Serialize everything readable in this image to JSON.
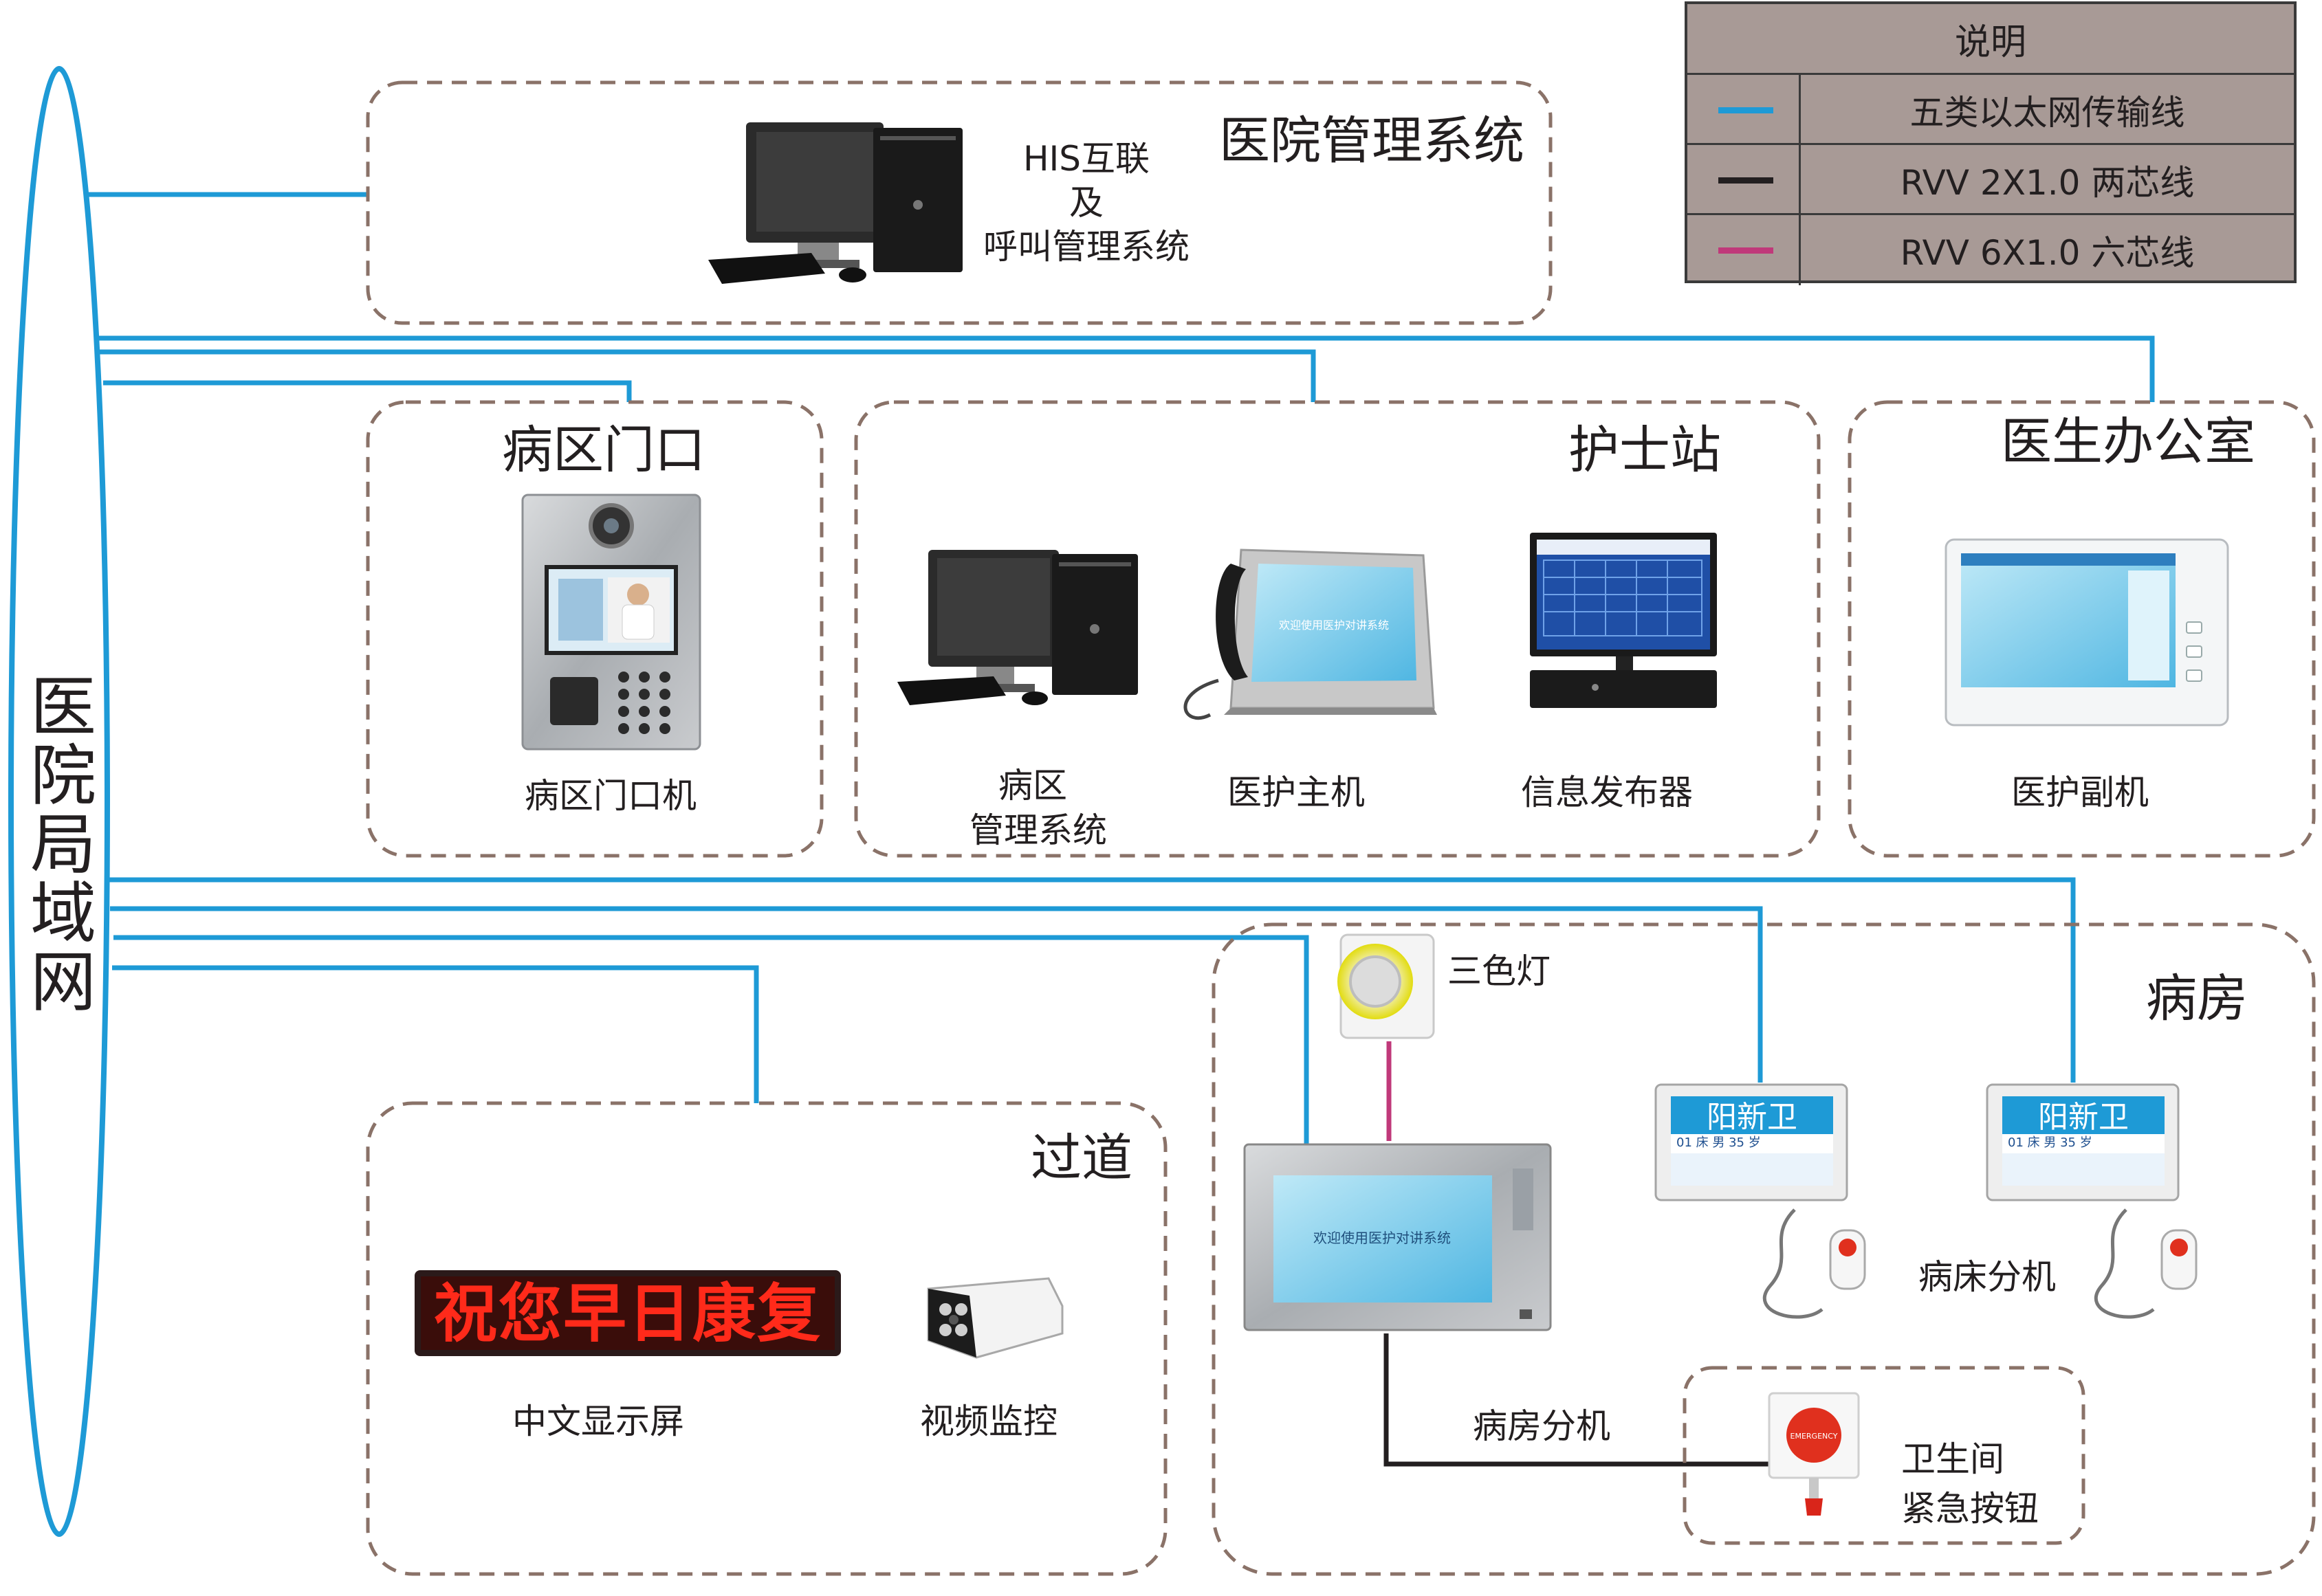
{
  "legend": {
    "title": "说明",
    "items": [
      {
        "label": "五类以太网传输线",
        "color": "#1e9ad6"
      },
      {
        "label": "RVV 2X1.0 两芯线",
        "color": "#231f20"
      },
      {
        "label": "RVV 6X1.0 六芯线",
        "color": "#c0397a"
      }
    ]
  },
  "backbone": {
    "label_chars": [
      "医",
      "院",
      "局",
      "域",
      "网"
    ]
  },
  "zones": {
    "hospital_mgmt": {
      "title": "医院管理系统",
      "device_lines": [
        "HIS互联",
        "及",
        "呼叫管理系统"
      ]
    },
    "ward_entrance": {
      "title": "病区门口",
      "device": "病区门口机"
    },
    "nurse_station": {
      "title": "护士站",
      "devices": {
        "ward_mgmt_lines": [
          "病区",
          "管理系统"
        ],
        "nurse_host": "医护主机",
        "info_publisher": "信息发布器"
      }
    },
    "doctor_office": {
      "title": "医生办公室",
      "device": "医护副机"
    },
    "corridor": {
      "title": "过道",
      "led_text": "祝您早日康复",
      "display": "中文显示屏",
      "camera": "视频监控"
    },
    "ward": {
      "title": "病房",
      "tricolor_light": "三色灯",
      "room_unit": "病房分机",
      "bed_unit": "病床分机",
      "bed_screen": {
        "name": "阳新卫",
        "row": "01 床  男  35 岁"
      },
      "room_screen_text": "欢迎使用医护对讲系统",
      "bathroom": {
        "lines": [
          "卫生间",
          "紧急按钮"
        ],
        "button_text": "EMERGENCY"
      }
    }
  },
  "colors": {
    "ethernet": "#1e9ad6",
    "rvv2": "#231f20",
    "rvv6": "#c0397a",
    "zone_border": "#8a7268"
  }
}
